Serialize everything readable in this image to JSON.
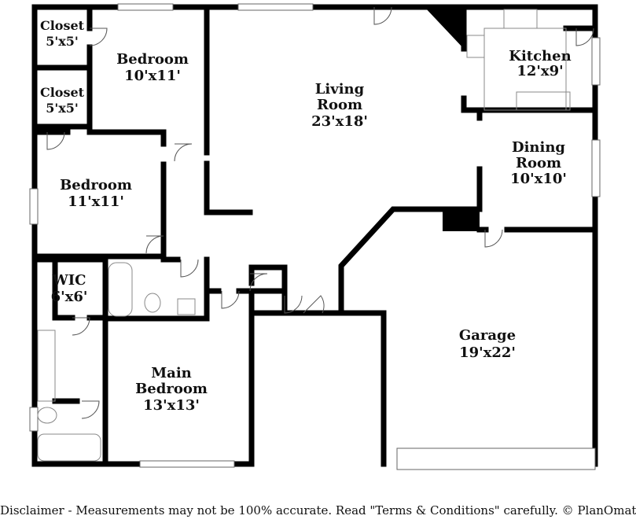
{
  "rooms": [
    {
      "id": "closet-1",
      "name": "Closet",
      "size": "5'x5'"
    },
    {
      "id": "closet-2",
      "name": "Closet",
      "size": "5'x5'"
    },
    {
      "id": "bedroom-1",
      "name": "Bedroom",
      "size": "10'x11'"
    },
    {
      "id": "bedroom-2",
      "name": "Bedroom",
      "size": "11'x11'"
    },
    {
      "id": "living-room",
      "name_line1": "Living",
      "name_line2": "Room",
      "size": "23'x18'"
    },
    {
      "id": "kitchen",
      "name": "Kitchen",
      "size": "12'x9'"
    },
    {
      "id": "dining-room",
      "name_line1": "Dining",
      "name_line2": "Room",
      "size": "10'x10'"
    },
    {
      "id": "wic",
      "name": "WIC",
      "size": "6'x6'"
    },
    {
      "id": "garage",
      "name": "Garage",
      "size": "19'x22'"
    },
    {
      "id": "main-bedroom",
      "name_line1": "Main",
      "name_line2": "Bedroom",
      "size": "13'x13'"
    }
  ],
  "footer": {
    "disclaimer": "Disclaimer - Measurements may not be 100% accurate. Read \"Terms & Conditions\" carefully. © PlanOmatic"
  },
  "colors": {
    "wall": "#000000",
    "fixture": "#888888",
    "background": "#ffffff"
  }
}
